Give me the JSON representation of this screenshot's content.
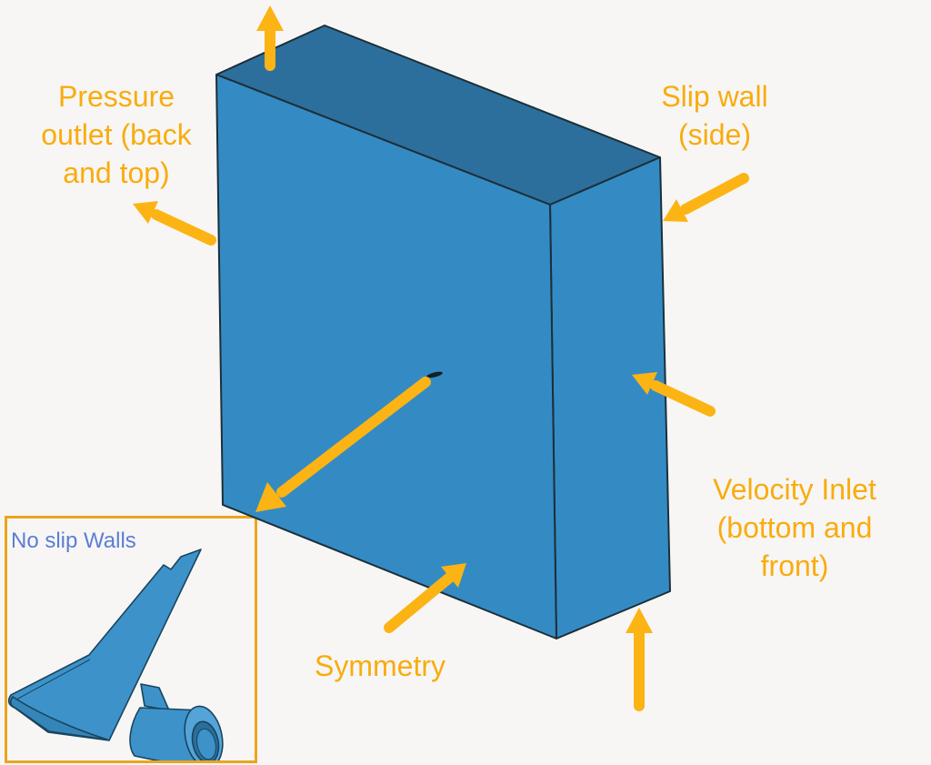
{
  "figure": {
    "title": "CFD domain boundary conditions diagram",
    "labels": {
      "pressure_outlet": "Pressure\noutlet (back\nand top)",
      "slip_wall": "Slip wall\n(side)",
      "velocity_inlet": "Velocity Inlet\n(bottom and\nfront)",
      "symmetry": "Symmetry",
      "no_slip_walls": "No slip Walls"
    },
    "colors": {
      "background": "#f7f6f5",
      "label_orange": "#F9AC0D",
      "arrow_orange": "#FCB414",
      "inset_border": "#ECA51E",
      "no_slip_text": "#5C7ED3",
      "box_front": "#348BC3",
      "box_top": "#2D6F9C",
      "box_side": "#348BC3",
      "edge_dark": "#1C2F3A",
      "wing_fill": "#3E92CA",
      "geometry_speck": "#10202C"
    },
    "arrows": [
      {
        "name": "outlet-top-arrow",
        "direction": "up",
        "points_to": "top face"
      },
      {
        "name": "pressure-outlet-arrow",
        "direction": "up-left",
        "points_to": "back face"
      },
      {
        "name": "slip-wall-arrow",
        "direction": "down-left",
        "points_to": "side face top edge"
      },
      {
        "name": "velocity-inlet-front-arrow",
        "direction": "up-left",
        "points_to": "front-right face"
      },
      {
        "name": "velocity-inlet-bottom-arrow",
        "direction": "up",
        "points_to": "bottom face"
      },
      {
        "name": "symmetry-arrow",
        "direction": "up-right",
        "points_to": "symmetry plane face"
      },
      {
        "name": "model-zoom-arrow",
        "direction": "down-left",
        "points_to": "no-slip walls inset"
      }
    ]
  }
}
